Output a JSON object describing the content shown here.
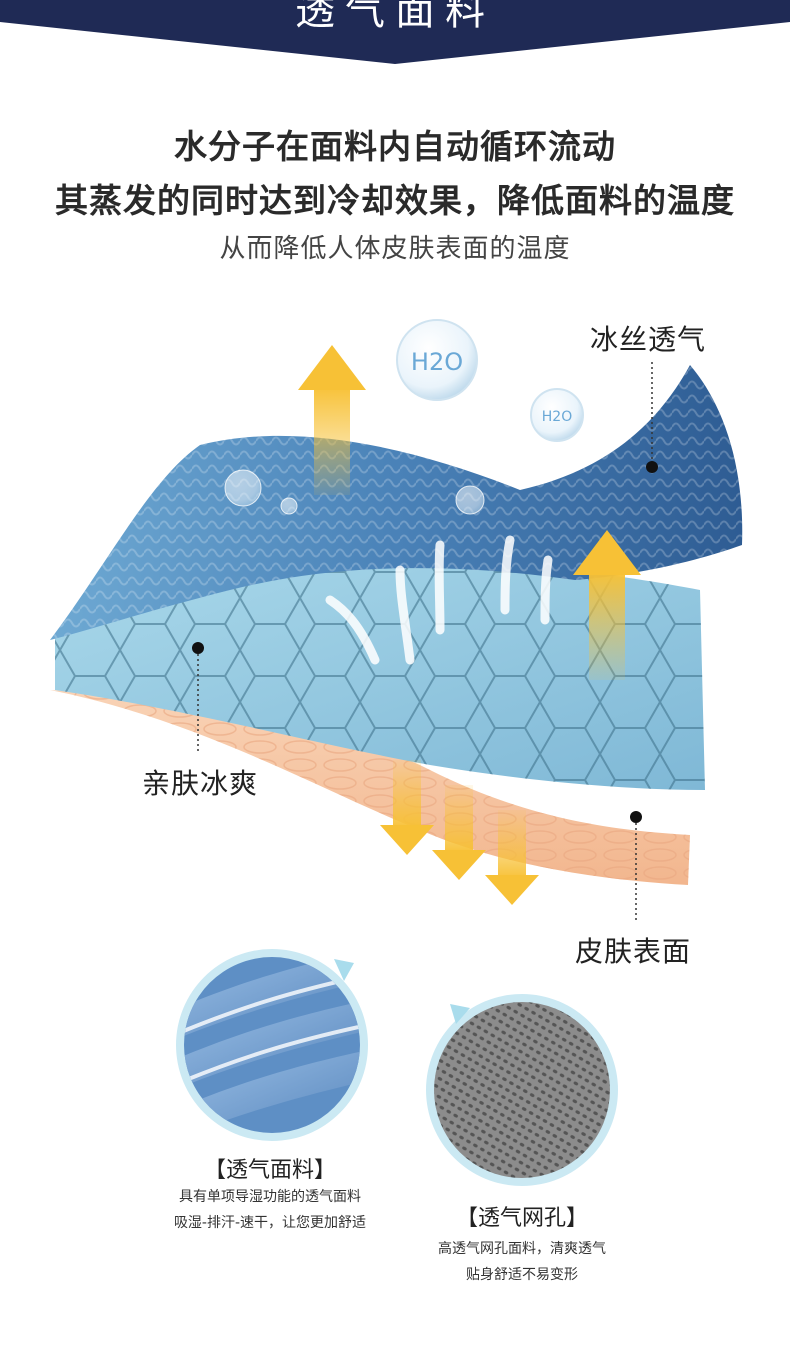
{
  "banner": {
    "title": "透气面料",
    "color": "#1f2a55"
  },
  "headline": {
    "line1": "水分子在面料内自动循环流动",
    "line2": "其蒸发的同时达到冷却效果，降低面料的温度",
    "line3": "从而降低人体皮肤表面的温度"
  },
  "diagram": {
    "bubble_large": "H2O",
    "bubble_small": "H2O",
    "labels": {
      "ice_breathable": "冰丝透气",
      "skin_cool": "亲肤冰爽",
      "skin_surface": "皮肤表面"
    },
    "colors": {
      "knit_blue": "#3d6fa8",
      "mesh_blue": "#8fc6df",
      "skin": "#f6c6a3",
      "arrow_yellow": "#f7c136"
    }
  },
  "features": [
    {
      "title": "【透气面料】",
      "line1": "具有单项导湿功能的透气面料",
      "line2": "吸湿-排汗-速干，让您更加舒适",
      "icon": "blue-fabric-swatch-icon"
    },
    {
      "title": "【透气网孔】",
      "line1": "高透气网孔面料，清爽透气",
      "line2": "贴身舒适不易变形",
      "icon": "gray-mesh-swatch-icon"
    }
  ]
}
